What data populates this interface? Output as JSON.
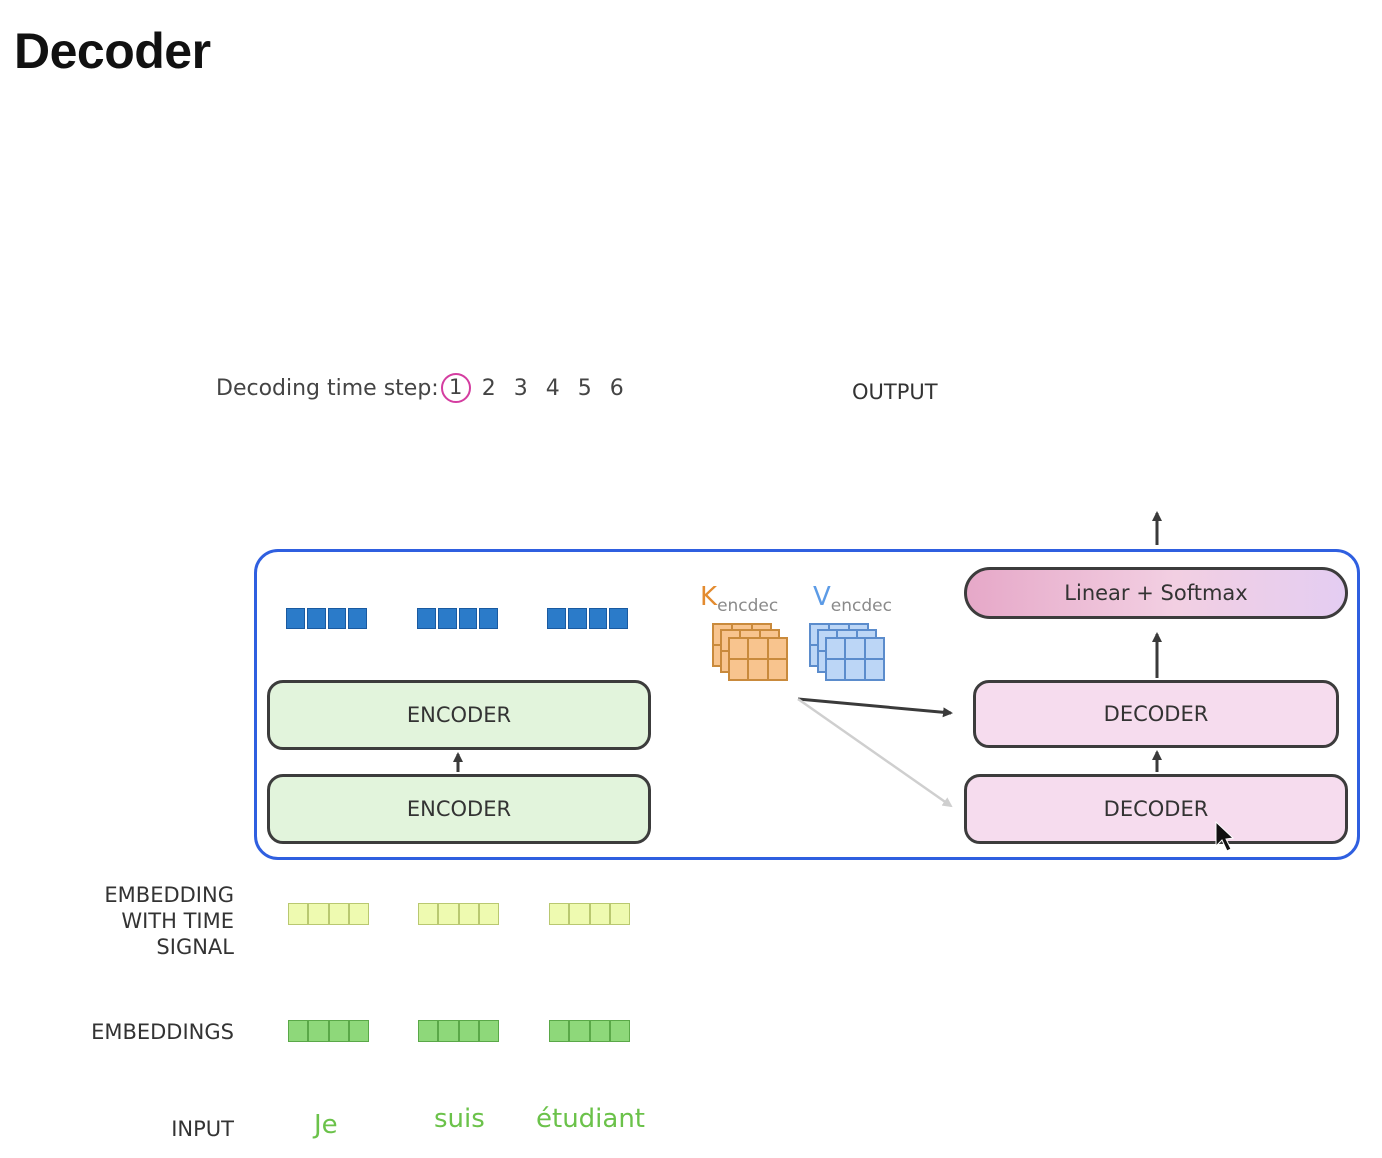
{
  "title": "Decoder",
  "timestep": {
    "label": "Decoding time step:",
    "steps": [
      "1",
      "2",
      "3",
      "4",
      "5",
      "6"
    ],
    "active": "1"
  },
  "output_label": "OUTPUT",
  "encoders": [
    "ENCODER",
    "ENCODER"
  ],
  "decoders": [
    "DECODER",
    "DECODER"
  ],
  "linear_softmax": "Linear + Softmax",
  "k_letter": "K",
  "v_letter": "V",
  "kv_subscript": "encdec",
  "row_labels": {
    "embedding_time_signal": [
      "EMBEDDING",
      "WITH TIME",
      "SIGNAL"
    ],
    "embeddings": "EMBEDDINGS",
    "input": "INPUT"
  },
  "input_words": [
    "Je",
    "suis",
    "étudiant"
  ],
  "colors": {
    "frame": "#2f5fe0",
    "encoder_fill": "#e2f4dc",
    "decoder_fill": "#f6dcee",
    "encoder_output_vector": "#2b7bc9",
    "time_signal_vector": "#eefab0",
    "embedding_vector": "#8ed87a",
    "input_words": "#6bc24a",
    "k": "#e38b2f",
    "v": "#5c9be6",
    "active_step_ring": "#d43da0"
  }
}
